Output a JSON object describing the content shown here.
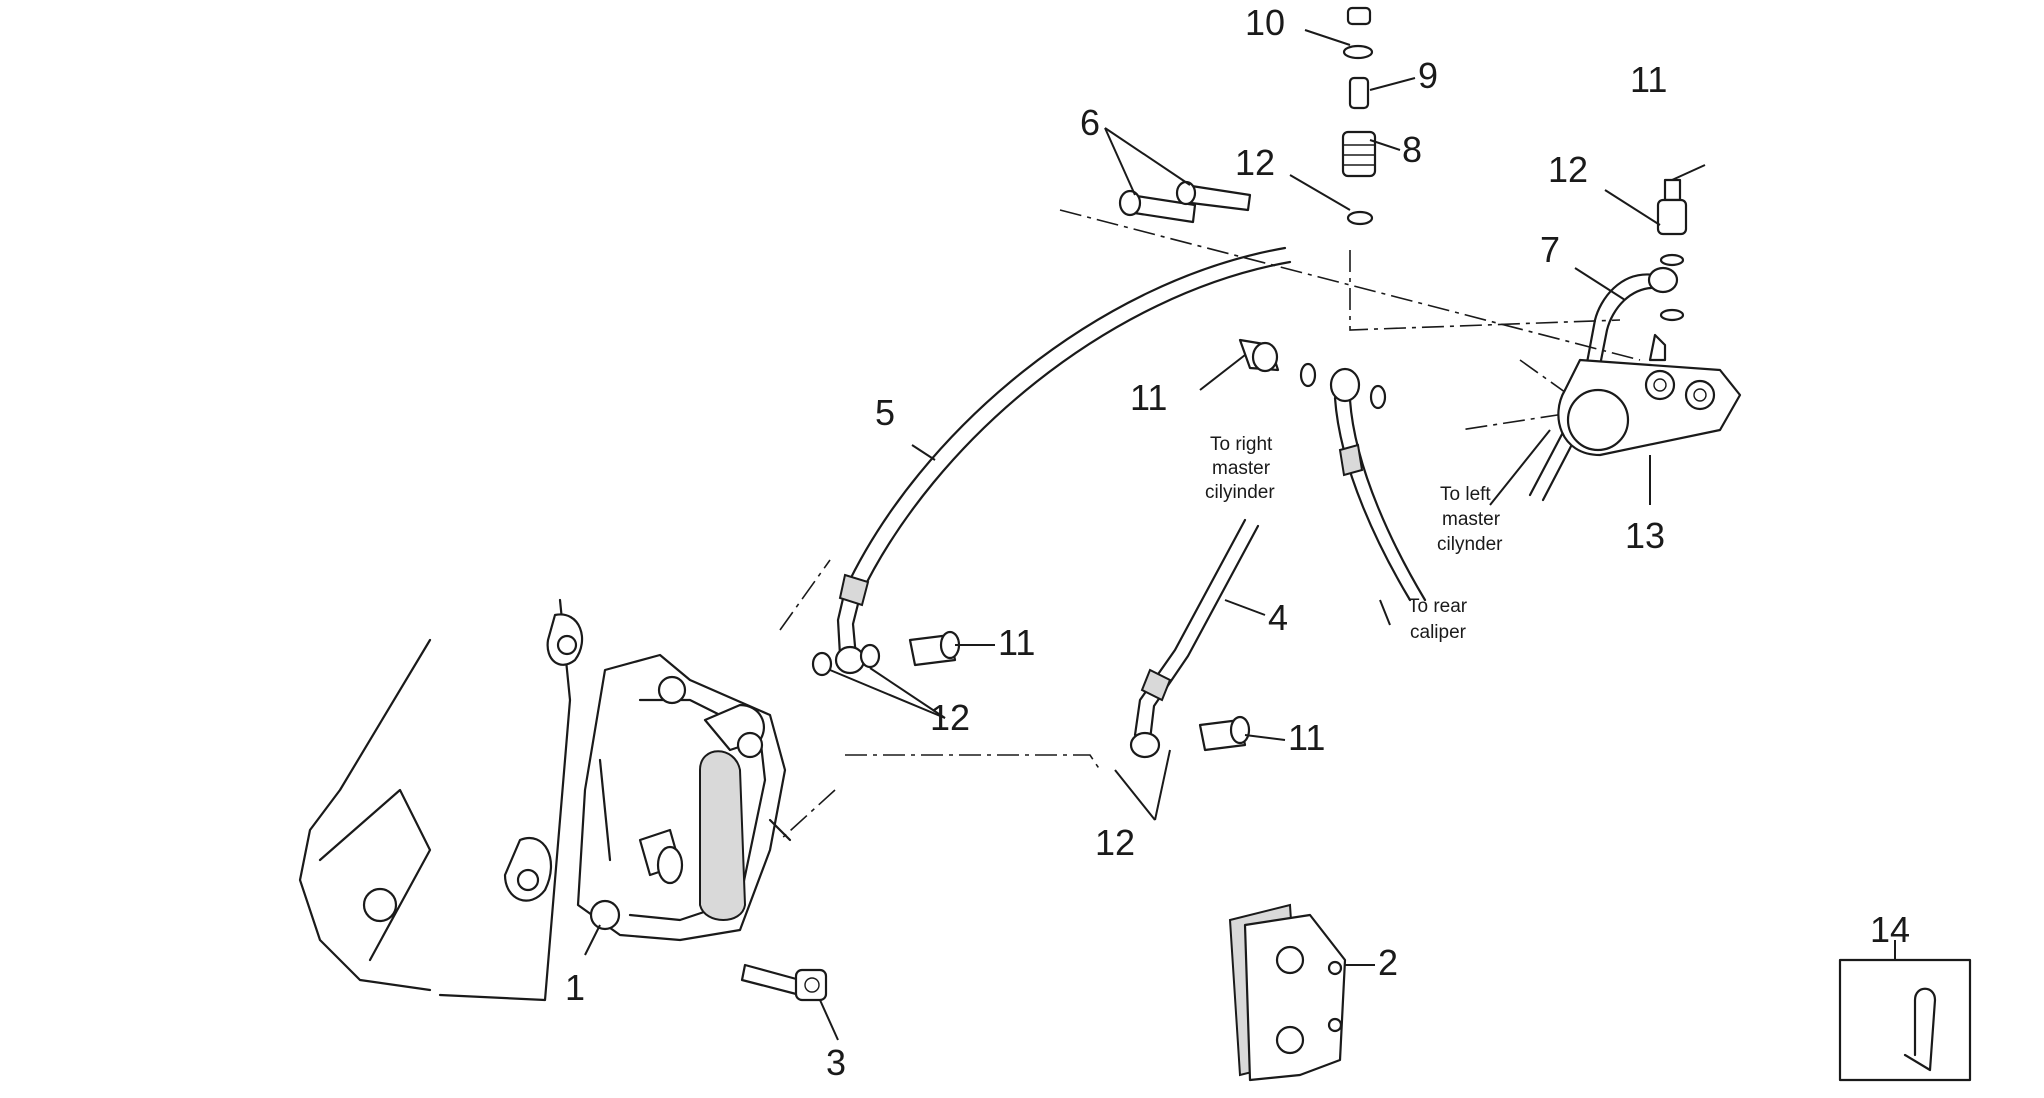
{
  "callouts": [
    {
      "id": "c1",
      "label": "1"
    },
    {
      "id": "c2",
      "label": "2"
    },
    {
      "id": "c3",
      "label": "3"
    },
    {
      "id": "c4",
      "label": "4"
    },
    {
      "id": "c5",
      "label": "5"
    },
    {
      "id": "c6",
      "label": "6"
    },
    {
      "id": "c7",
      "label": "7"
    },
    {
      "id": "c8",
      "label": "8"
    },
    {
      "id": "c9",
      "label": "9"
    },
    {
      "id": "c10",
      "label": "10"
    },
    {
      "id": "c11a",
      "label": "11"
    },
    {
      "id": "c11b",
      "label": "11"
    },
    {
      "id": "c11c",
      "label": "11"
    },
    {
      "id": "c11d",
      "label": "11"
    },
    {
      "id": "c12a",
      "label": "12"
    },
    {
      "id": "c12b",
      "label": "12"
    },
    {
      "id": "c12c",
      "label": "12"
    },
    {
      "id": "c12d",
      "label": "12"
    },
    {
      "id": "c13",
      "label": "13"
    },
    {
      "id": "c14",
      "label": "14"
    }
  ],
  "notes": {
    "right_master": [
      "To right",
      "master",
      "cilyinder"
    ],
    "left_master": [
      "To left",
      "master",
      "cilynder"
    ],
    "rear_caliper": [
      "To rear",
      "caliper"
    ]
  },
  "colors": {
    "line": "#1a1a1a",
    "background": "#ffffff",
    "shade": "#d9d9d9"
  }
}
